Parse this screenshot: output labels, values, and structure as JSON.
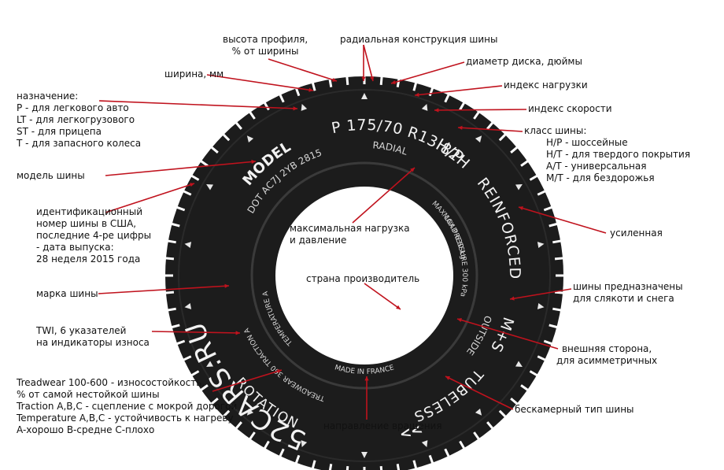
{
  "tire": {
    "size_marking": "P 175/70 R13 82H",
    "radial": "RADIAL",
    "hp": "H/P",
    "reinforced": "REINFORCED",
    "ms": "M+S",
    "outside": "OUTSIDE",
    "tubeless": "TUBELESS",
    "rotation": "ROTATION",
    "chevrons": "<<",
    "brand": "52CARS.RU",
    "model": "MODEL",
    "dot": "DOT AC7J 2YB 2815",
    "treadwear": "TREADWEAR 360 TRACTION A",
    "temperature": "TEMPERATURE A",
    "max_load": "MAX LOAD 630 kg",
    "max_pressure": "MAX PRESSURE 300 kPa",
    "made_in": "MADE IN FRANCE"
  },
  "labels": [
    {
      "lines": [
        "высота профиля,",
        "% от ширины"
      ]
    },
    {
      "lines": [
        "радиальная конструкция шины"
      ]
    },
    {
      "lines": [
        "диаметр диска, дюймы"
      ]
    },
    {
      "lines": [
        "ширина, мм"
      ]
    },
    {
      "lines": [
        "индекс нагрузки"
      ]
    },
    {
      "lines": [
        "назначение:",
        "P - для легкового авто",
        "LT - для легкогрузового",
        "ST - для прицепа",
        "T - для запасного колеса"
      ]
    },
    {
      "lines": [
        "индекс скорости"
      ]
    },
    {
      "lines": [
        "класс шины:",
        "H/P - шоссейные",
        "H/T - для твердого покрытия",
        "A/T - универсальная",
        "M/T - для бездорожья"
      ]
    },
    {
      "lines": [
        "модель шины"
      ]
    },
    {
      "lines": [
        "идентификационный",
        "номер шины в США,",
        "последние 4-ре цифры",
        "- дата выпуска:",
        "28 неделя 2015 года"
      ]
    },
    {
      "lines": [
        "максимальная нагрузка",
        "и давление"
      ]
    },
    {
      "lines": [
        "усиленная"
      ]
    },
    {
      "lines": [
        "страна производитель"
      ]
    },
    {
      "lines": [
        "марка шины"
      ]
    },
    {
      "lines": [
        "шины предназначены",
        "для слякоти и снега"
      ]
    },
    {
      "lines": [
        "TWI, 6 указателей",
        "на индикаторы износа"
      ]
    },
    {
      "lines": [
        "внешняя сторона,",
        "для асимметричных"
      ]
    },
    {
      "lines": [
        "Treadwear 100-600 - износостойкость,",
        "% от самой нестойкой шины",
        "Traction A,B,C - сцепление с мокрой дорогой",
        "Temperature A,B,C - устойчивость к нагреву",
        "A-хорошо B-средне C-плохо"
      ]
    },
    {
      "lines": [
        "бескамерный тип шины"
      ]
    },
    {
      "lines": [
        "направление вращения"
      ]
    }
  ],
  "colors": {
    "tire": "#1c1c1c",
    "sidewall": "#2a2a2a",
    "leader": "#c0121d",
    "tire_text": "#f2f2f2",
    "tire_text_dim": "#d6d6d6"
  }
}
